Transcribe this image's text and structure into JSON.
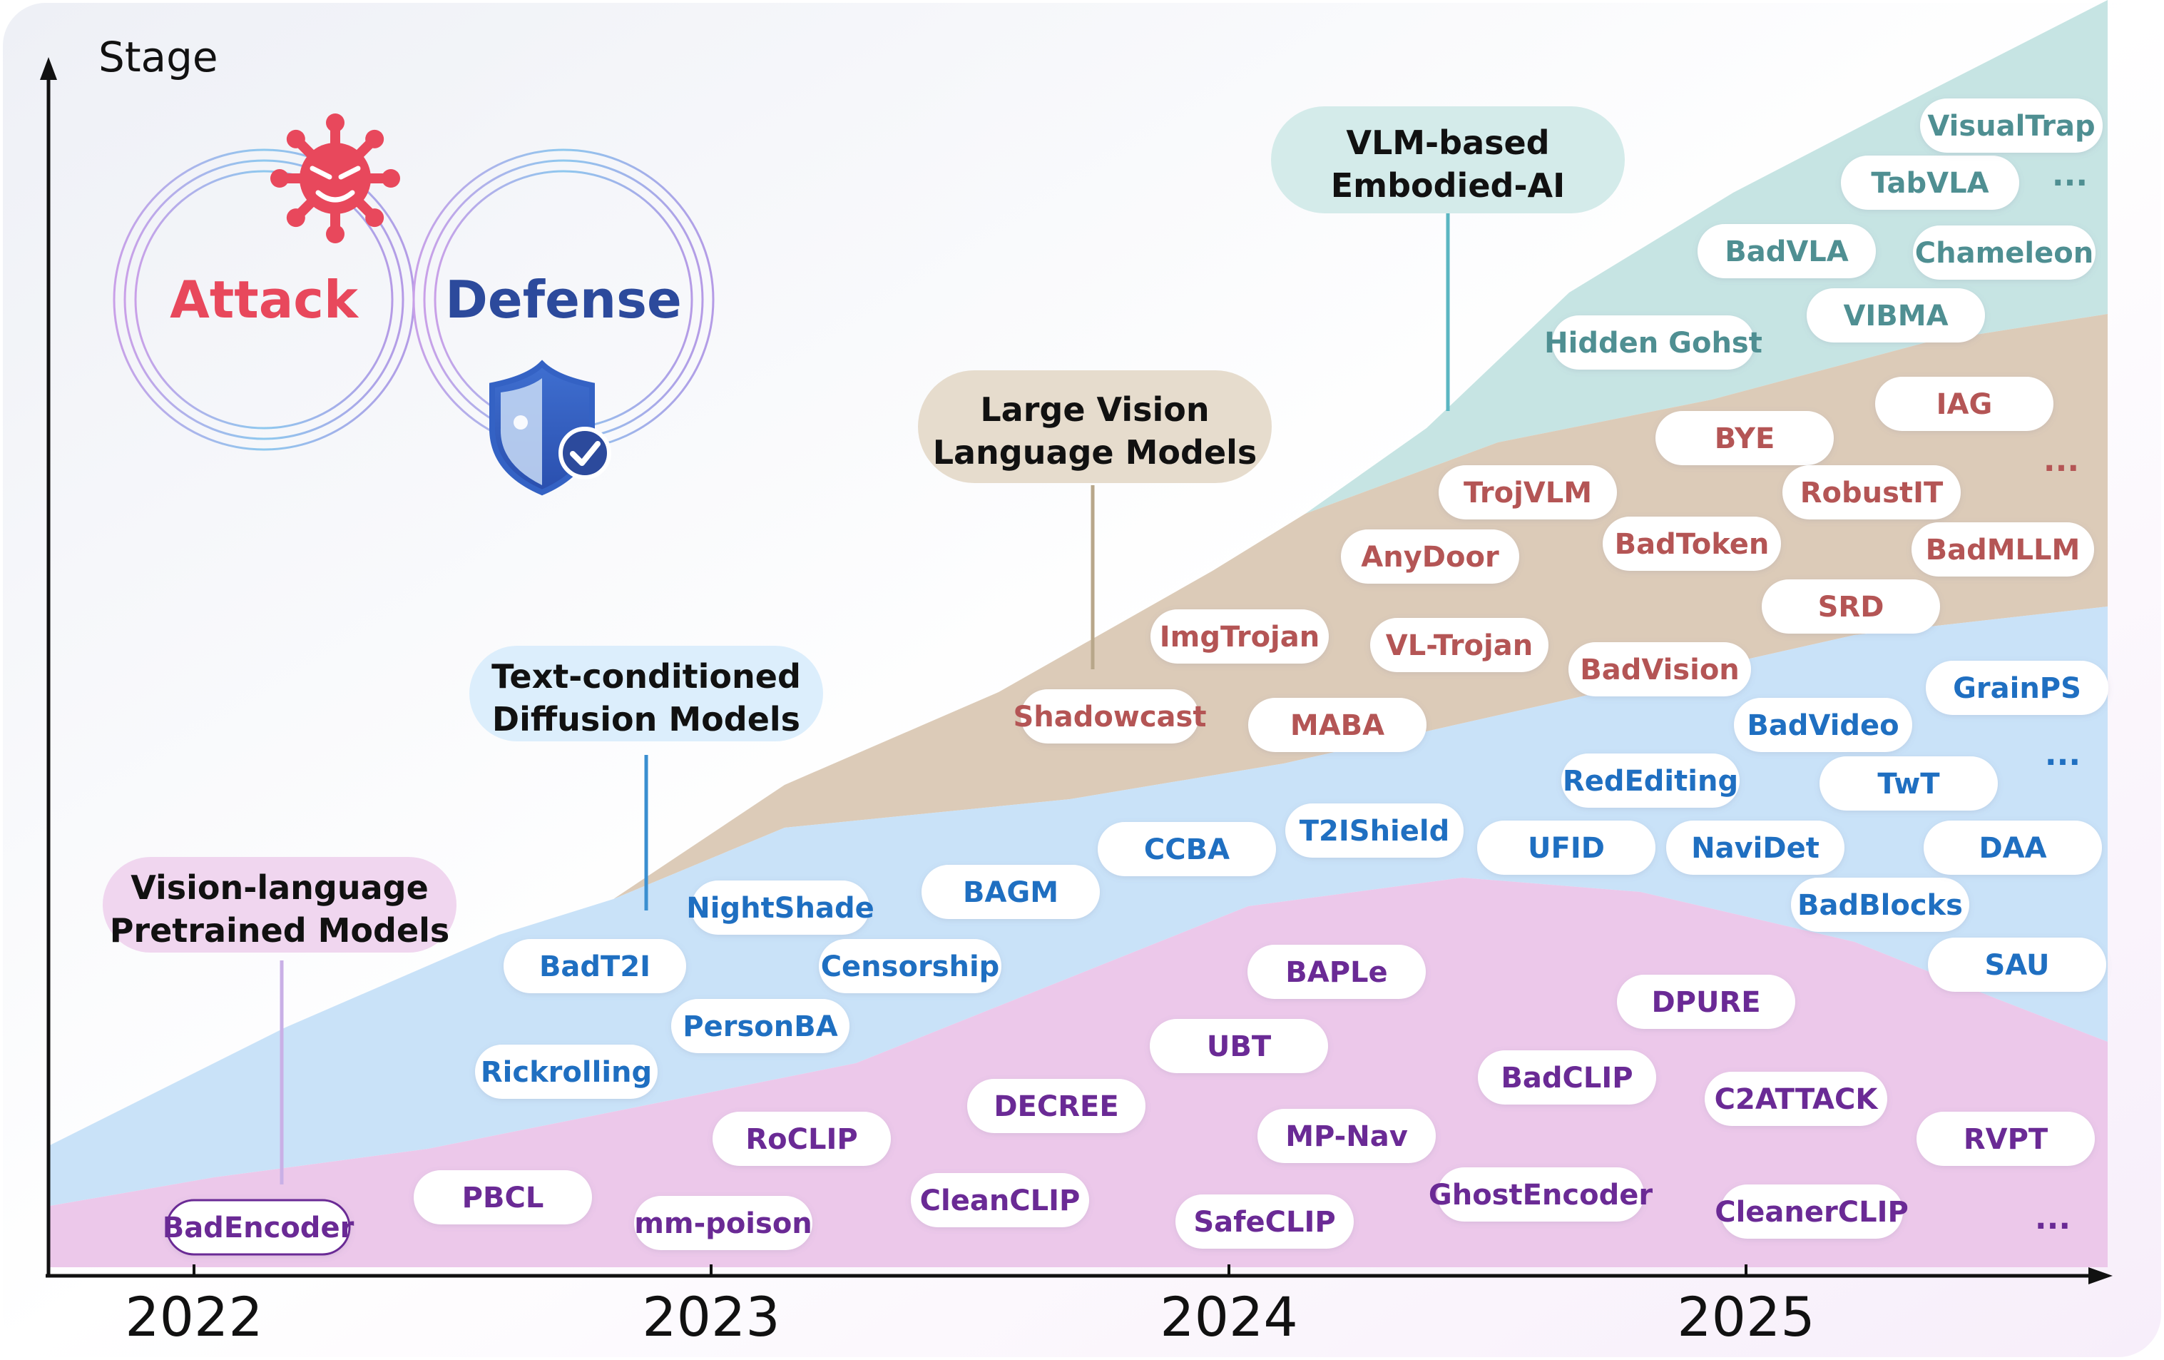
{
  "axis": {
    "y_label": "Stage",
    "years": [
      "2022",
      "2023",
      "2024",
      "2025"
    ]
  },
  "logo": {
    "attack_label": "Attack",
    "defense_label": "Defense",
    "colors": {
      "attack": "#e8485c",
      "defense": "#2c4a9c",
      "ring": "#a98fe0"
    },
    "icons": [
      "virus-icon",
      "shield-check-icon"
    ]
  },
  "stages": [
    {
      "id": "vlp",
      "line1": "Vision-language",
      "line2": "Pretrained Models",
      "color": "#f0d6ef",
      "stem": "#c9b0e6"
    },
    {
      "id": "t2i",
      "line1": "Text-conditioned",
      "line2": "Diffusion Models",
      "color": "#dceefc",
      "stem": "#3a8fd0"
    },
    {
      "id": "lvlm",
      "line1": "Large Vision",
      "line2": "Language Models",
      "color": "#e6dccd",
      "stem": "#b8a78a"
    },
    {
      "id": "eai",
      "line1": "VLM-based",
      "line2": "Embodied-AI",
      "color": "#d4ebea",
      "stem": "#5bb6c2"
    }
  ],
  "band_colors": {
    "vlp": "#ecc8ea",
    "t2i": "#c9e2f8",
    "lvlm": "#dccbb8",
    "eai": "#c6e4e3"
  },
  "text_colors": {
    "vlp": "#6a2a95",
    "t2i": "#1f6fc1",
    "lvlm": "#b45555",
    "eai": "#4f8f92"
  },
  "methods": [
    {
      "label": "BadEncoder",
      "group": "vlp"
    },
    {
      "label": "PBCL",
      "group": "vlp"
    },
    {
      "label": "mm-poison",
      "group": "vlp"
    },
    {
      "label": "RoCLIP",
      "group": "vlp"
    },
    {
      "label": "CleanCLIP",
      "group": "vlp"
    },
    {
      "label": "DECREE",
      "group": "vlp"
    },
    {
      "label": "SafeCLIP",
      "group": "vlp"
    },
    {
      "label": "UBT",
      "group": "vlp"
    },
    {
      "label": "MP-Nav",
      "group": "vlp"
    },
    {
      "label": "BAPLe",
      "group": "vlp"
    },
    {
      "label": "BadCLIP",
      "group": "vlp"
    },
    {
      "label": "GhostEncoder",
      "group": "vlp"
    },
    {
      "label": "DPURE",
      "group": "vlp"
    },
    {
      "label": "C2ATTACK",
      "group": "vlp"
    },
    {
      "label": "CleanerCLIP",
      "group": "vlp"
    },
    {
      "label": "RVPT",
      "group": "vlp"
    },
    {
      "label": "Rickrolling",
      "group": "t2i"
    },
    {
      "label": "BadT2I",
      "group": "t2i"
    },
    {
      "label": "PersonBA",
      "group": "t2i"
    },
    {
      "label": "NightShade",
      "group": "t2i"
    },
    {
      "label": "Censorship",
      "group": "t2i"
    },
    {
      "label": "BAGM",
      "group": "t2i"
    },
    {
      "label": "CCBA",
      "group": "t2i"
    },
    {
      "label": "T2IShield",
      "group": "t2i"
    },
    {
      "label": "UFID",
      "group": "t2i"
    },
    {
      "label": "RedEditing",
      "group": "t2i"
    },
    {
      "label": "NaviDet",
      "group": "t2i"
    },
    {
      "label": "BadVideo",
      "group": "t2i"
    },
    {
      "label": "TwT",
      "group": "t2i"
    },
    {
      "label": "BadBlocks",
      "group": "t2i"
    },
    {
      "label": "GrainPS",
      "group": "t2i"
    },
    {
      "label": "DAA",
      "group": "t2i"
    },
    {
      "label": "SAU",
      "group": "t2i"
    },
    {
      "label": "Shadowcast",
      "group": "lvlm"
    },
    {
      "label": "ImgTrojan",
      "group": "lvlm"
    },
    {
      "label": "MABA",
      "group": "lvlm"
    },
    {
      "label": "VL-Trojan",
      "group": "lvlm"
    },
    {
      "label": "AnyDoor",
      "group": "lvlm"
    },
    {
      "label": "TrojVLM",
      "group": "lvlm"
    },
    {
      "label": "BadToken",
      "group": "lvlm"
    },
    {
      "label": "BadVision",
      "group": "lvlm"
    },
    {
      "label": "BYE",
      "group": "lvlm"
    },
    {
      "label": "RobustIT",
      "group": "lvlm"
    },
    {
      "label": "SRD",
      "group": "lvlm"
    },
    {
      "label": "IAG",
      "group": "lvlm"
    },
    {
      "label": "BadMLLM",
      "group": "lvlm"
    },
    {
      "label": "Hidden Gohst",
      "group": "eai"
    },
    {
      "label": "BadVLA",
      "group": "eai"
    },
    {
      "label": "VIBMA",
      "group": "eai"
    },
    {
      "label": "TabVLA",
      "group": "eai"
    },
    {
      "label": "Chameleon",
      "group": "eai"
    },
    {
      "label": "VisualTrap",
      "group": "eai"
    }
  ],
  "ellipses": [
    {
      "label": "...",
      "group": "eai"
    },
    {
      "label": "...",
      "group": "lvlm"
    },
    {
      "label": "...",
      "group": "t2i"
    },
    {
      "label": "...",
      "group": "vlp"
    }
  ]
}
